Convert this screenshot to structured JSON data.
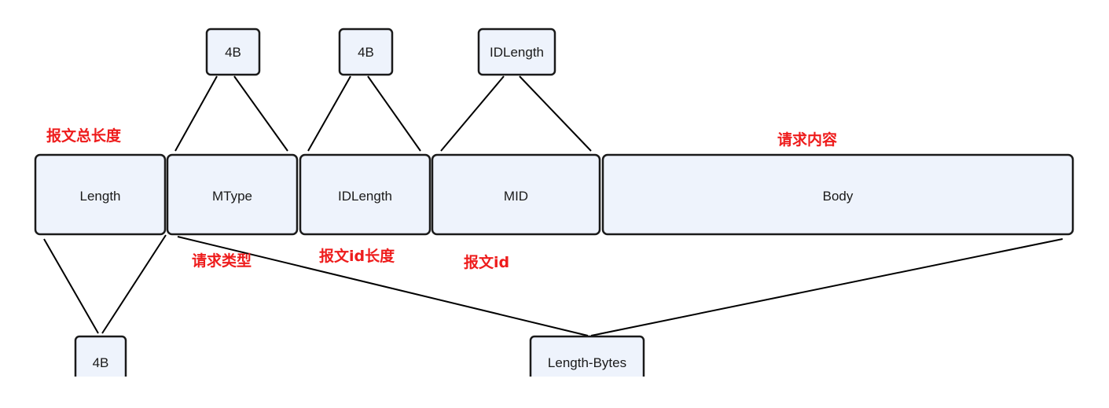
{
  "colors": {
    "box_fill": "#eef3fc",
    "box_stroke": "#1a1a1a",
    "annotation": "#ee1c1c",
    "line": "#000000"
  },
  "fields": {
    "length": "Length",
    "mtype": "MType",
    "idlength": "IDLength",
    "mid": "MID",
    "body": "Body"
  },
  "sizes": {
    "mtype": "4B",
    "idlength": "4B",
    "mid": "IDLength",
    "length": "4B",
    "length_bytes": "Length-Bytes"
  },
  "annotations": {
    "length": "报文总长度",
    "mtype": "请求类型",
    "idlength": "报文id长度",
    "mid": "报文id",
    "body": "请求内容"
  }
}
